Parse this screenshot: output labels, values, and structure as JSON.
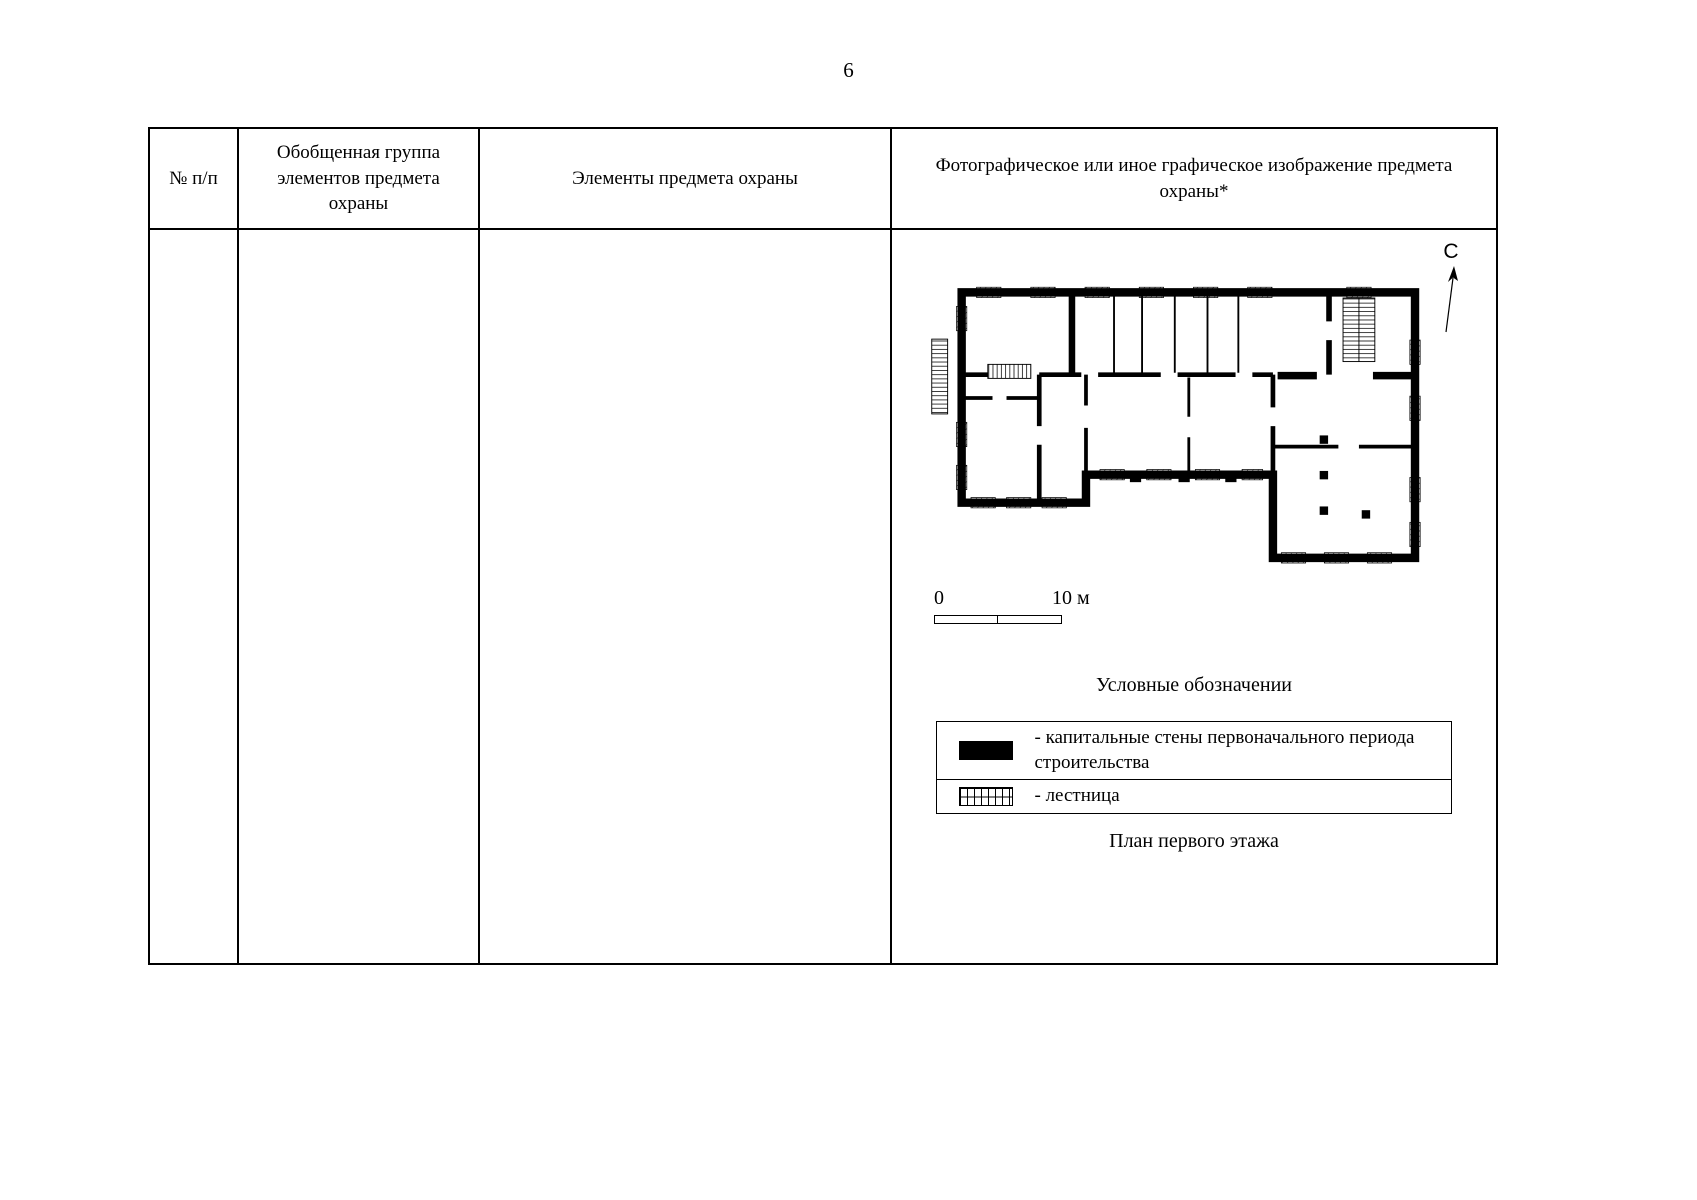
{
  "page": {
    "number": "6"
  },
  "colors": {
    "ink": "#000000",
    "paper": "#ffffff"
  },
  "table": {
    "headers": [
      "№ п/п",
      "Обобщенная группа элементов предмета охраны",
      "Элементы предмета охраны",
      "Фотографическое или иное графическое изображение предмета охраны*"
    ],
    "row": {
      "num": "",
      "group": "",
      "elements": ""
    }
  },
  "figure": {
    "north_label": "С",
    "scale_start": "0",
    "scale_end": "10 м",
    "legend_title": "Условные обозначении",
    "legend": [
      {
        "swatch": "capital-wall-swatch",
        "swatch_color": "#000000",
        "label": "- капитальные стены первоначального периода строительства"
      },
      {
        "swatch": "stair-swatch",
        "label": "- лестница"
      }
    ],
    "caption": "План первого этажа"
  }
}
